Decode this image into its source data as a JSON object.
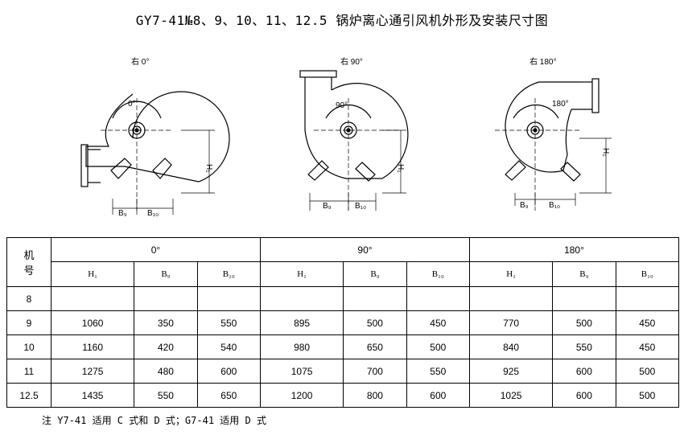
{
  "title": "GY7-41№8、9、10、11、12.5 锅炉离心通引风机外形及安装尺寸图",
  "diagrams": [
    {
      "label": "右 0°",
      "angle": "0°",
      "h": "H₁",
      "b9": "B₉",
      "b10": "B₁₀"
    },
    {
      "label": "右 90°",
      "angle": "90°",
      "h": "H₁",
      "b9": "B₉",
      "b10": "B₁₀"
    },
    {
      "label": "右 180°",
      "angle": "180°",
      "h": "H₁",
      "b9": "B₉",
      "b10": "B₁₀"
    }
  ],
  "table": {
    "corner_label": "机\n号",
    "groups": [
      "0°",
      "90°",
      "180°"
    ],
    "subheaders": [
      "H₁",
      "B₉",
      "B₁₀",
      "H₁",
      "B₉",
      "B₁₀",
      "H₁",
      "B₉",
      "B₁₀"
    ],
    "rows": [
      {
        "no": "8",
        "cells": [
          "",
          "",
          "",
          "",
          "",
          "",
          "",
          "",
          ""
        ]
      },
      {
        "no": "9",
        "cells": [
          "1060",
          "350",
          "550",
          "895",
          "500",
          "450",
          "770",
          "500",
          "450"
        ]
      },
      {
        "no": "10",
        "cells": [
          "1160",
          "420",
          "540",
          "980",
          "650",
          "500",
          "840",
          "550",
          "450"
        ]
      },
      {
        "no": "11",
        "cells": [
          "1275",
          "480",
          "600",
          "1075",
          "700",
          "550",
          "925",
          "600",
          "500"
        ]
      },
      {
        "no": "12.5",
        "cells": [
          "1435",
          "550",
          "650",
          "1200",
          "800",
          "600",
          "1025",
          "600",
          "500"
        ]
      }
    ]
  },
  "note": "注 Y7-41 适用 C 式和 D 式；G7-41 适用 D 式"
}
